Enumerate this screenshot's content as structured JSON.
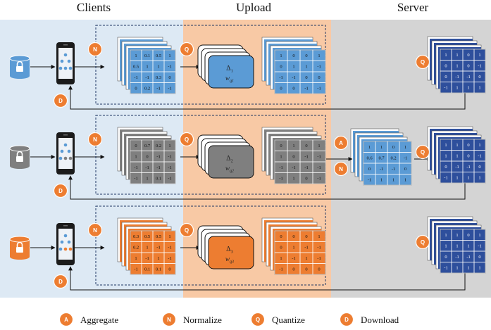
{
  "columns": {
    "clients": "Clients",
    "upload": "Upload",
    "server": "Server"
  },
  "badges": {
    "aggregate": "A",
    "normalize": "N",
    "quantize": "Q",
    "download": "D"
  },
  "legend": [
    {
      "badge": "A",
      "label": "Aggregate"
    },
    {
      "badge": "N",
      "label": "Normalize"
    },
    {
      "badge": "Q",
      "label": "Quantize"
    },
    {
      "badge": "D",
      "label": "Download"
    }
  ],
  "colors": {
    "blue": "#5b9bd5",
    "gray": "#7f7f7f",
    "orange": "#ed7d31",
    "navy": "#2e4f9c",
    "badge": "#ed7d31",
    "bg_clients": "#dde9f4",
    "bg_upload": "#f8c9a5",
    "bg_server": "#d4d4d4"
  },
  "clients": [
    {
      "color": "blue",
      "delta": {
        "symbol": "Δ",
        "sub": "1"
      },
      "w": {
        "symbol": "w",
        "sub": "q1"
      },
      "normalized": [
        [
          "1",
          "0.1",
          "0.5",
          "1"
        ],
        [
          "0.5",
          "1",
          "1",
          "-1"
        ],
        [
          "-1",
          "-1",
          "0.3",
          "0"
        ],
        [
          "0",
          "0.2",
          "-1",
          "-1"
        ]
      ],
      "quantized": [
        [
          "1",
          "0",
          "0",
          "1"
        ],
        [
          "0",
          "1",
          "1",
          "-1"
        ],
        [
          "-1",
          "-1",
          "0",
          "0"
        ],
        [
          "0",
          "0",
          "-1",
          "-1"
        ]
      ]
    },
    {
      "color": "gray",
      "delta": {
        "symbol": "Δ",
        "sub": "2"
      },
      "w": {
        "symbol": "w",
        "sub": "q2"
      },
      "normalized": [
        [
          "0",
          "0.7",
          "0.2",
          "1"
        ],
        [
          "1",
          "0",
          "-1",
          "-1"
        ],
        [
          "-1",
          "-1",
          "-1",
          "-1"
        ],
        [
          "-1",
          "1",
          "0.1",
          "-1"
        ]
      ],
      "quantized": [
        [
          "0",
          "1",
          "0",
          "1"
        ],
        [
          "1",
          "0",
          "-1",
          "-1"
        ],
        [
          "-1",
          "-1",
          "-1",
          "-1"
        ],
        [
          "-1",
          "1",
          "0",
          "-1"
        ]
      ]
    },
    {
      "color": "orange",
      "delta": {
        "symbol": "Δ",
        "sub": "3"
      },
      "w": {
        "symbol": "w",
        "sub": "q3"
      },
      "normalized": [
        [
          "0.3",
          "0.5",
          "0.5",
          "1"
        ],
        [
          "0.2",
          "1",
          "-1",
          "-1"
        ],
        [
          "1",
          "-1",
          "1",
          "-1"
        ],
        [
          "-1",
          "0.1",
          "0.1",
          "0"
        ]
      ],
      "quantized": [
        [
          "0",
          "0",
          "0",
          "1"
        ],
        [
          "0",
          "1",
          "-1",
          "-1"
        ],
        [
          "1",
          "-1",
          "1",
          "-1"
        ],
        [
          "-1",
          "0",
          "0",
          "0"
        ]
      ]
    }
  ],
  "server_aggregate": [
    [
      "1",
      "1",
      "0",
      "1"
    ],
    [
      "0.6",
      "0.7",
      "0.2",
      "-1"
    ],
    [
      "0",
      "-1",
      "-1",
      "0"
    ],
    [
      "-1",
      "1",
      "1",
      "1"
    ]
  ],
  "server_quantized": [
    [
      [
        "1",
        "1",
        "0",
        "1"
      ],
      [
        "0",
        "1",
        "0",
        "-1"
      ],
      [
        "0",
        "-1",
        "-1",
        "0"
      ],
      [
        "-1",
        "1",
        "1",
        "1"
      ]
    ],
    [
      [
        "1",
        "1",
        "0",
        "1"
      ],
      [
        "1",
        "1",
        "0",
        "-1"
      ],
      [
        "0",
        "-1",
        "-1",
        "0"
      ],
      [
        "-1",
        "1",
        "1",
        "1"
      ]
    ],
    [
      [
        "1",
        "1",
        "0",
        "1"
      ],
      [
        "1",
        "1",
        "1",
        "-1"
      ],
      [
        "0",
        "-1",
        "-1",
        "0"
      ],
      [
        "-1",
        "1",
        "1",
        "1"
      ]
    ]
  ]
}
